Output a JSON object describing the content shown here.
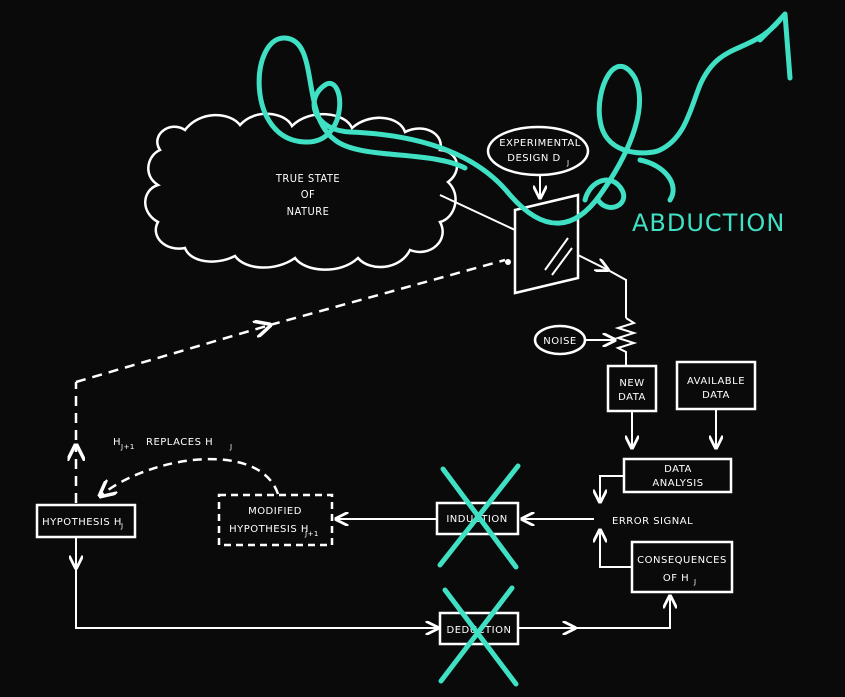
{
  "nodes": {
    "true_state_line1": "TRUE  STATE",
    "true_state_line2": "OF",
    "true_state_line3": "NATURE",
    "experimental_line1": "EXPERIMENTAL",
    "experimental_line2": "DESIGN  D",
    "experimental_sub": "J",
    "noise": "NOISE",
    "new_data_line1": "NEW",
    "new_data_line2": "DATA",
    "available_line1": "AVAILABLE",
    "available_line2": "DATA",
    "data_analysis_line1": "DATA",
    "data_analysis_line2": "ANALYSIS",
    "error_signal": "ERROR SIGNAL",
    "consequences_line1": "CONSEQUENCES",
    "consequences_line2": "OF  H",
    "consequences_sub": "J",
    "hypothesis": "HYPOTHESIS H",
    "hypothesis_sub": "J",
    "modified_line1": "MODIFIED",
    "modified_line2": "HYPOTHESIS H",
    "modified_sub": "J+1",
    "induction": "INDUCTION",
    "deduction": "DEDUCTION",
    "replaces_h": "H",
    "replaces_sub1": "J+1",
    "replaces_mid": "REPLACES  H",
    "replaces_sub2": "J"
  },
  "annotation": {
    "abduction": "ABDUCTION",
    "color": "#3fe0c4"
  },
  "colors": {
    "background": "#0a0a0a",
    "lines": "#ffffff"
  }
}
